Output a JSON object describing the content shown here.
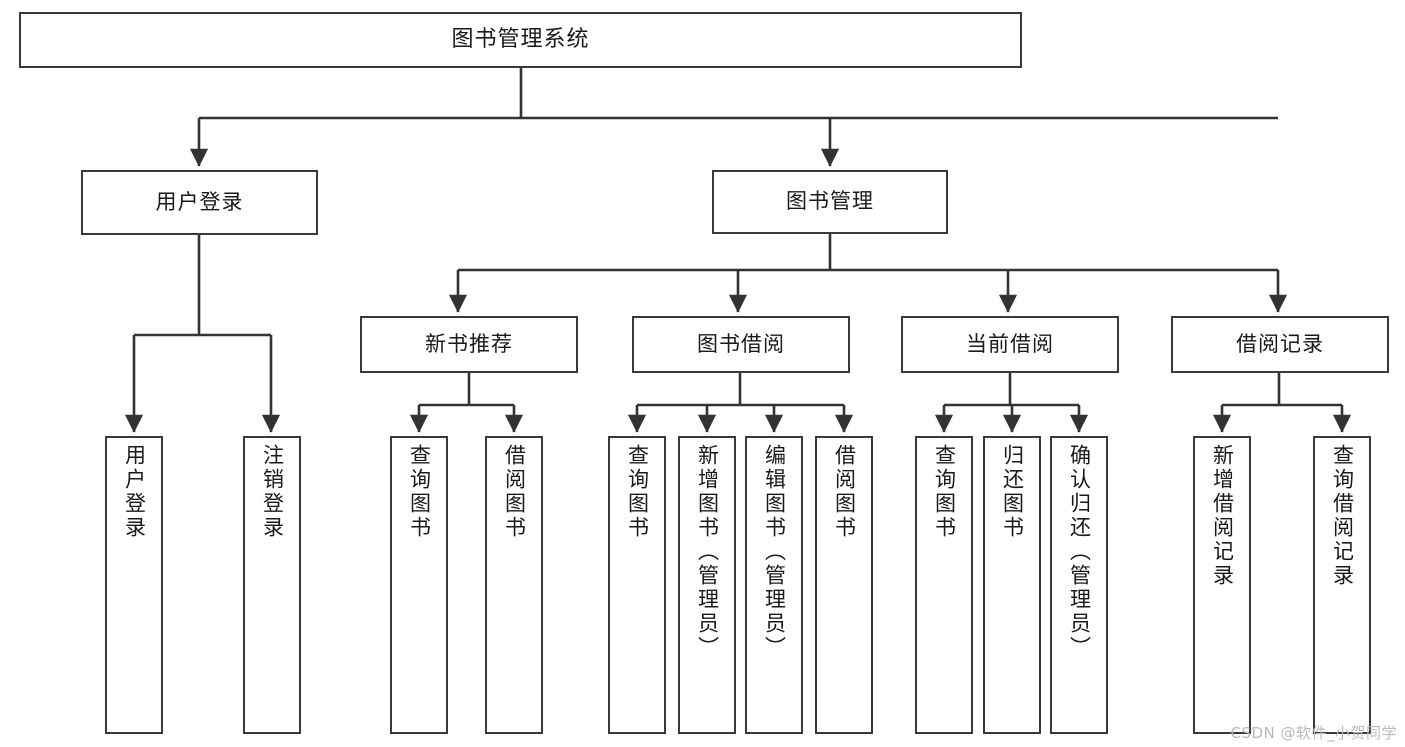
{
  "diagram": {
    "title": "图书管理系统",
    "type": "tree-hierarchy-chart",
    "watermark": "CSDN @软件_小贺同学",
    "colors": {
      "box_border": "#3a3a3a",
      "box_fill": "#ffffff",
      "connector": "#333333",
      "text": "#1a1a1a",
      "watermark": "#b9b9b9",
      "background": "#ffffff"
    },
    "nodes": {
      "root": {
        "label": "图书管理系统"
      },
      "level2": [
        {
          "id": "user-login",
          "label": "用户登录"
        },
        {
          "id": "book-manage",
          "label": "图书管理"
        }
      ],
      "level3": [
        {
          "id": "new-book-recommend",
          "label": "新书推荐"
        },
        {
          "id": "book-borrow",
          "label": "图书借阅"
        },
        {
          "id": "current-borrow",
          "label": "当前借阅"
        },
        {
          "id": "borrow-record",
          "label": "借阅记录"
        }
      ],
      "leaves": {
        "user_login": [
          {
            "id": "leaf-user-login",
            "label": "用户登录"
          },
          {
            "id": "leaf-logout-login",
            "label": "注销登录"
          }
        ],
        "new_book_recommend": [
          {
            "id": "leaf-query-book-1",
            "label": "查询图书"
          },
          {
            "id": "leaf-borrow-book-1",
            "label": "借阅图书"
          }
        ],
        "book_borrow": [
          {
            "id": "leaf-query-book-2",
            "label": "查询图书"
          },
          {
            "id": "leaf-add-book",
            "label": "新增图书（管理员）"
          },
          {
            "id": "leaf-edit-book",
            "label": "编辑图书（管理员）"
          },
          {
            "id": "leaf-borrow-book-2",
            "label": "借阅图书"
          }
        ],
        "current_borrow": [
          {
            "id": "leaf-query-book-3",
            "label": "查询图书"
          },
          {
            "id": "leaf-return-book",
            "label": "归还图书"
          },
          {
            "id": "leaf-confirm-return",
            "label": "确认归还（管理员）"
          }
        ],
        "borrow_record": [
          {
            "id": "leaf-add-borrow-record",
            "label": "新增借阅记录"
          },
          {
            "id": "leaf-query-borrow-record",
            "label": "查询借阅记录"
          }
        ]
      }
    }
  }
}
